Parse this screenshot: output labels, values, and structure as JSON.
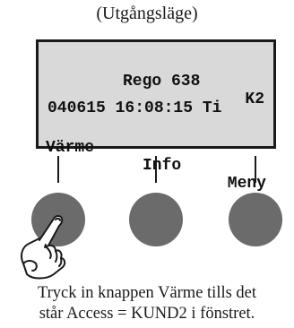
{
  "caption_top": "(Utgångsläge)",
  "display": {
    "model": "Rego 638",
    "code": "K2",
    "datetime": "040615 16:08:15 Ti",
    "softkeys": [
      "Värme",
      "Info",
      "Meny"
    ]
  },
  "caption_bottom": {
    "line1": "Tryck in knappen Värme tills det",
    "line2": "står Access = KUND2 i fönstret."
  },
  "colors": {
    "lcd_background": "#d9d9d9",
    "knob": "#6b6b6b",
    "ink": "#1a1a1a"
  },
  "icons": {
    "hand": "pointing-hand-icon"
  }
}
